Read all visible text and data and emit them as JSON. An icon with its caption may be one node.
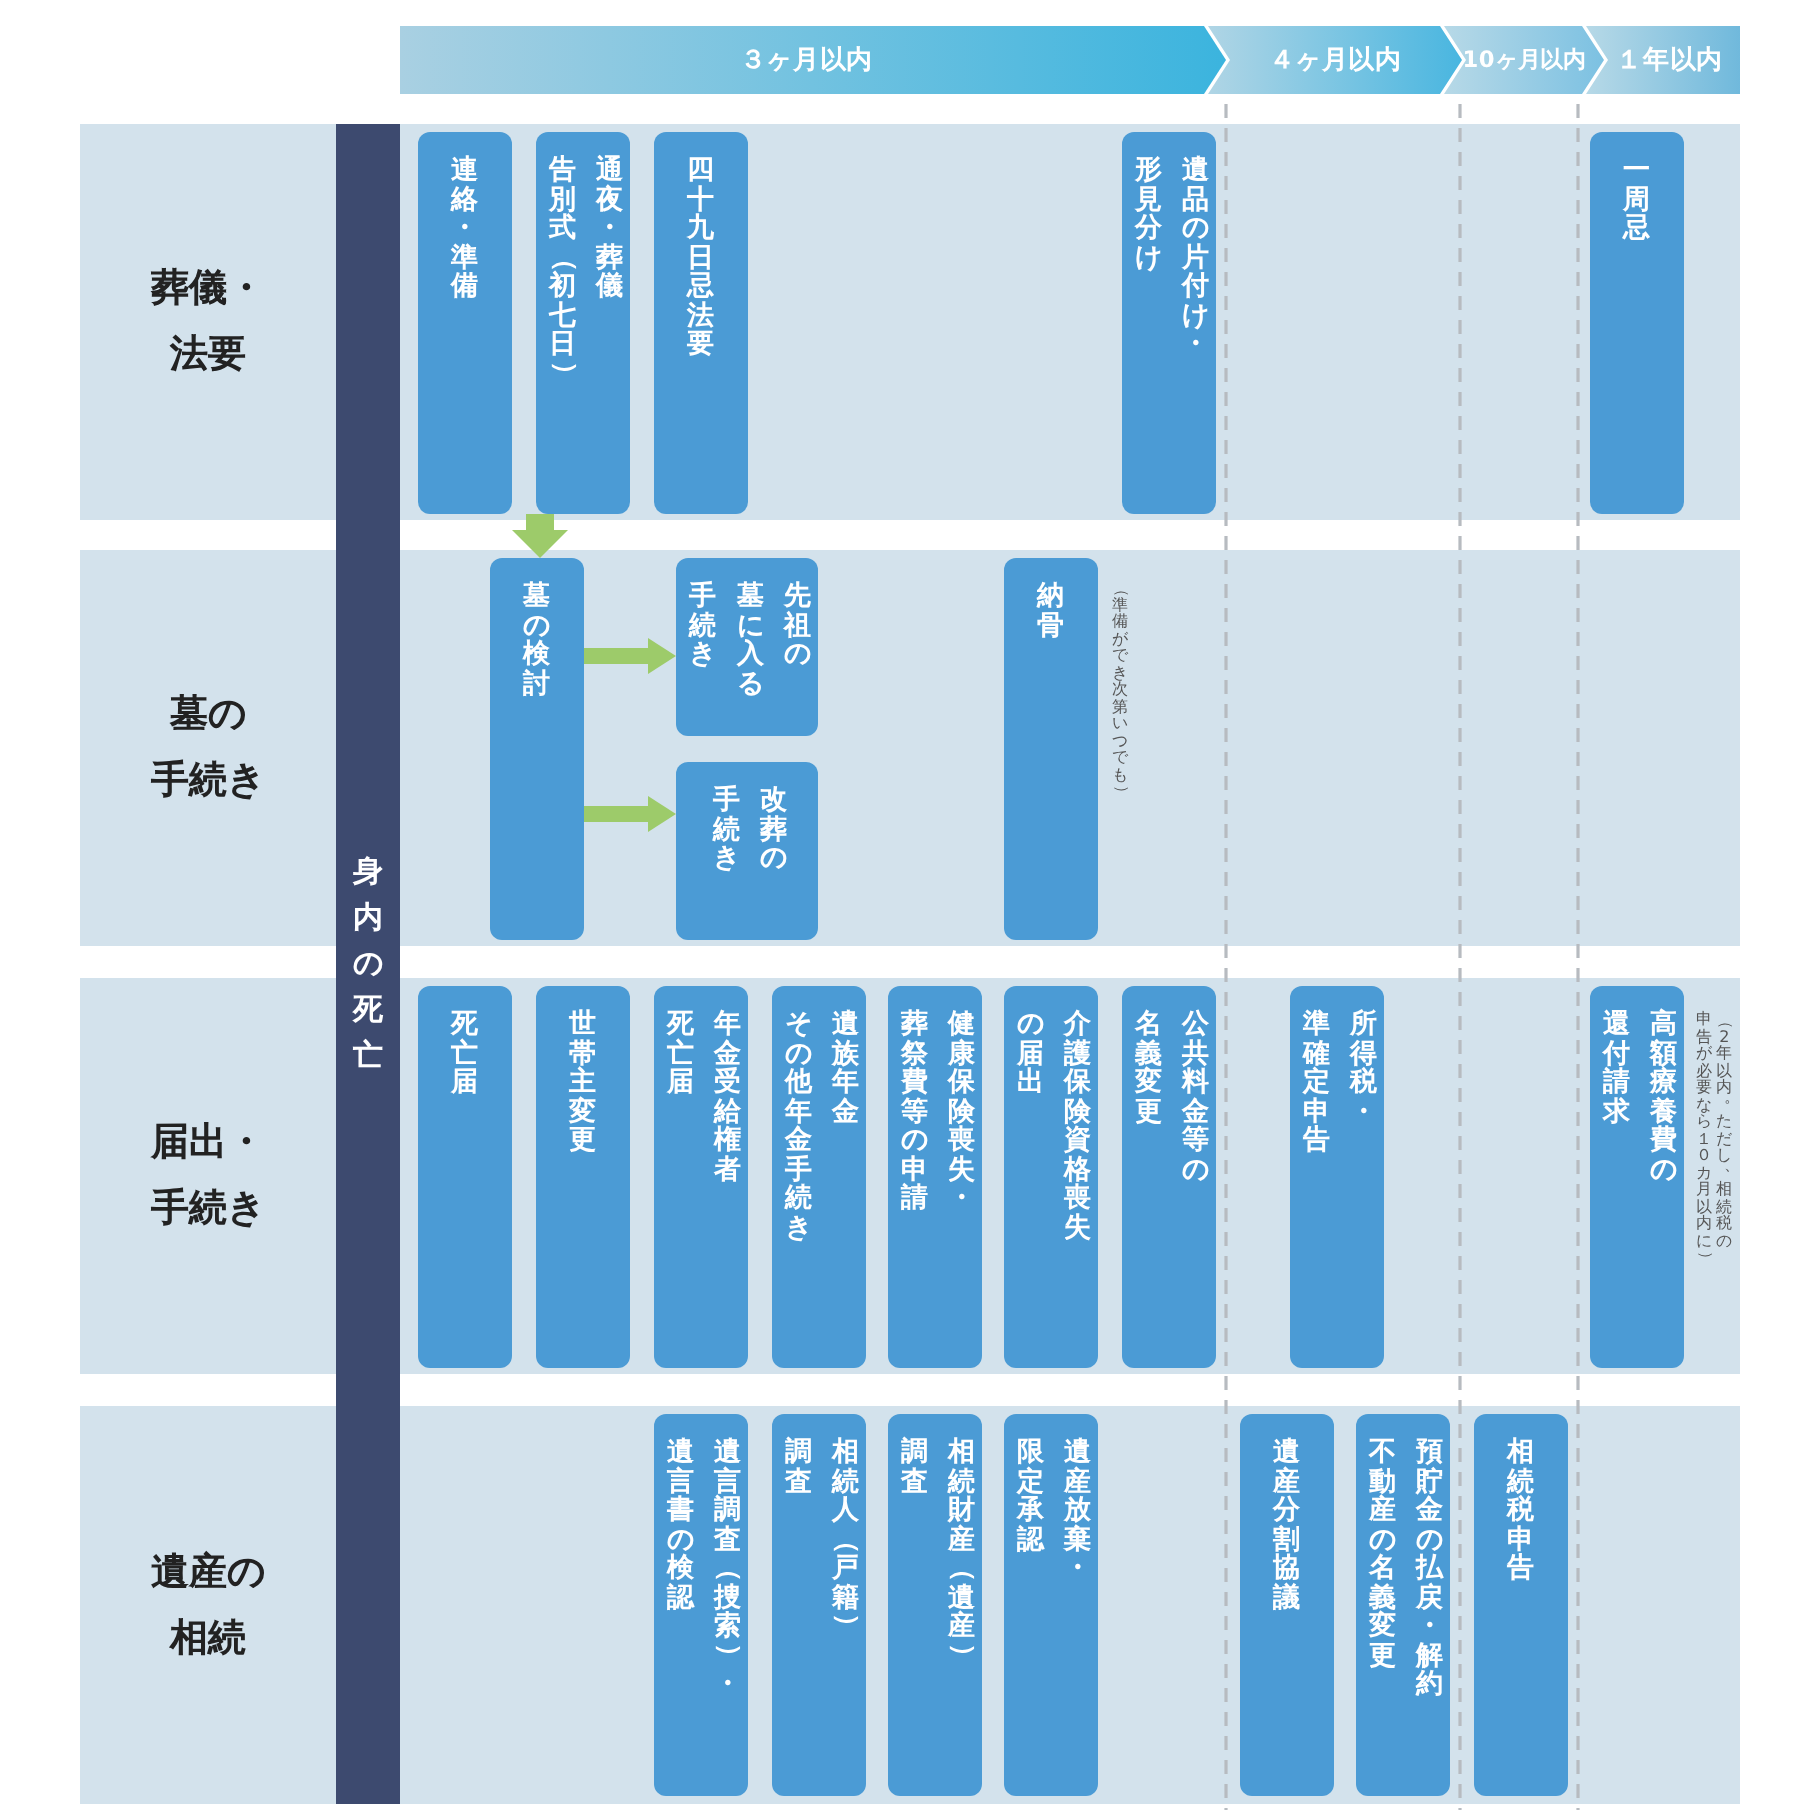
{
  "diagram": {
    "nodes": [
      {
        "text": [
          "３ヶ月以内"
        ]
      },
      {
        "text": [
          "４ヶ月以内"
        ]
      },
      {
        "text": [
          "10ヶ月以内"
        ]
      },
      {
        "text": [
          "１年以内"
        ]
      },
      {
        "text": [
          "身内の死亡"
        ]
      },
      {
        "text": [
          "葬儀・法要"
        ]
      },
      {
        "text": [
          "連絡・準備"
        ],
        "in": 5
      },
      {
        "text": [
          "告別式（初七日）",
          "通夜・葬儀"
        ],
        "in": 5
      },
      {
        "text": [
          "四十九日忌法要"
        ],
        "in": 5
      },
      {
        "text": [
          "形見分け",
          "遺品の片付け・"
        ],
        "in": 5
      },
      {
        "text": [
          "一周忌"
        ],
        "in": 5
      },
      {
        "text": [
          "墓の手続き"
        ]
      },
      {
        "text": [
          "墓の検討"
        ],
        "in": 11
      },
      {
        "text": [
          "手続き",
          "墓に入る",
          "先祖の"
        ],
        "in": 11
      },
      {
        "text": [
          "手続き",
          "改葬の"
        ],
        "in": 11
      },
      {
        "text": [
          "納骨"
        ],
        "in": 11,
        "beside": [
          "（準備ができ次第いつでも）"
        ]
      },
      {
        "text": [
          "届出・手続き"
        ]
      },
      {
        "text": [
          "死亡届"
        ],
        "in": 16
      },
      {
        "text": [
          "世帯主変更"
        ],
        "in": 16
      },
      {
        "text": [
          "死亡届",
          "年金受給権者"
        ],
        "in": 16
      },
      {
        "text": [
          "その他年金手続き",
          "遺族年金"
        ],
        "in": 16
      },
      {
        "text": [
          "葬祭費等の申請",
          "健康保険喪失・"
        ],
        "in": 16
      },
      {
        "text": [
          "の届出",
          "介護保険資格喪失"
        ],
        "in": 16
      },
      {
        "text": [
          "名義変更",
          "公共料金等の"
        ],
        "in": 16
      },
      {
        "text": [
          "準確定申告",
          "所得税・"
        ],
        "in": 16
      },
      {
        "text": [
          "還付請求",
          "高額療養費の"
        ],
        "in": 16,
        "beside": [
          "申告が必要なら１０カ月以内に）",
          "（2年以内。ただし、相続税の"
        ]
      },
      {
        "text": [
          "遺産の相続"
        ]
      },
      {
        "text": [
          "遺言書の検認",
          "遺言調査（捜索）・"
        ],
        "in": 26
      },
      {
        "text": [
          "調査",
          "相続人（戸籍）"
        ],
        "in": 26
      },
      {
        "text": [
          "調査",
          "相続財産（遺産）"
        ],
        "in": 26
      },
      {
        "text": [
          "限定承認",
          "遺産放棄・"
        ],
        "in": 26
      },
      {
        "text": [
          "遺産分割協議"
        ],
        "in": 26
      },
      {
        "text": [
          "不動産の名義変更",
          "預貯金の払戻・解約"
        ],
        "in": 26
      },
      {
        "text": [
          "相続税申告"
        ],
        "in": 26
      }
    ],
    "edges": [
      {
        "from": 7,
        "to": 12,
        "arrow": "to"
      },
      {
        "from": 12,
        "to": 13,
        "arrow": "to"
      },
      {
        "from": 12,
        "to": 14,
        "arrow": "to"
      }
    ]
  }
}
